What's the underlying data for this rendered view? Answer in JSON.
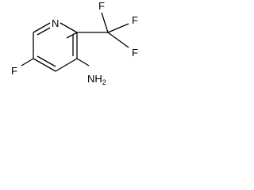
{
  "molecule": {
    "atoms": {
      "ring_nitrogen": "N",
      "fluoro_5": "F",
      "amine": "NH",
      "amine_h_count": "2",
      "cf3_f_top": "F",
      "cf3_f_right": "F",
      "cf3_f_bottom": "F"
    },
    "colors": {
      "bond": "#000000",
      "label": "#000000",
      "background": "#ffffff"
    }
  }
}
